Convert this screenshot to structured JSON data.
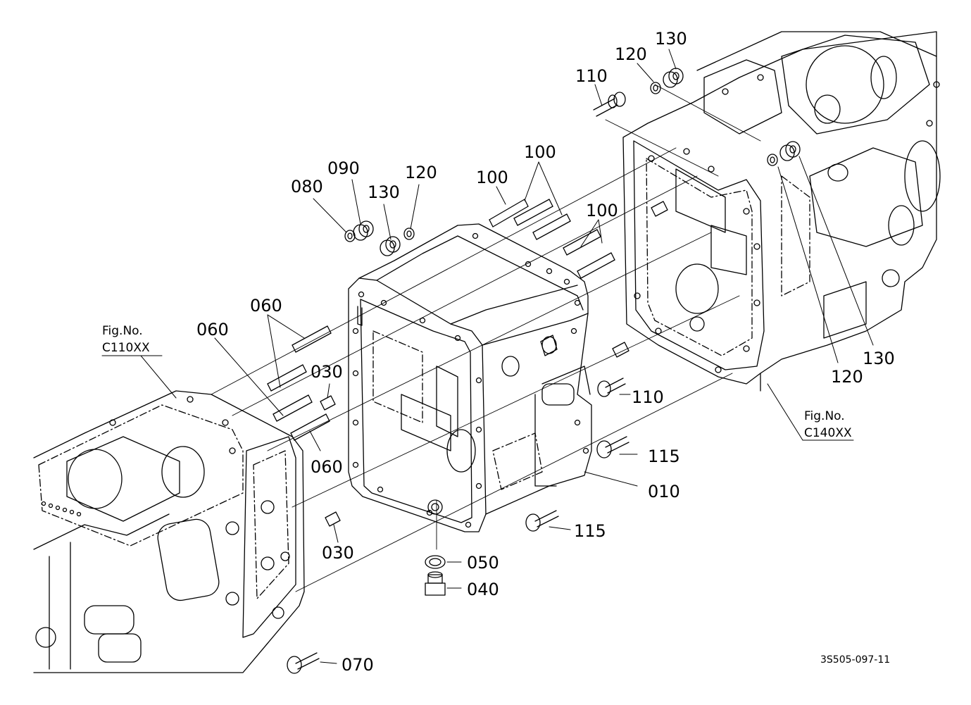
{
  "callouts": [
    {
      "id": "c130a",
      "text": "130"
    },
    {
      "id": "c120a",
      "text": "120"
    },
    {
      "id": "c110a",
      "text": "110"
    },
    {
      "id": "c100a",
      "text": "100"
    },
    {
      "id": "c100b",
      "text": "100"
    },
    {
      "id": "c100c",
      "text": "100"
    },
    {
      "id": "c090",
      "text": "090"
    },
    {
      "id": "c080",
      "text": "080"
    },
    {
      "id": "c130b",
      "text": "130"
    },
    {
      "id": "c120b",
      "text": "120"
    },
    {
      "id": "c060a",
      "text": "060"
    },
    {
      "id": "c060b",
      "text": "060"
    },
    {
      "id": "c030a",
      "text": "030"
    },
    {
      "id": "c060c",
      "text": "060"
    },
    {
      "id": "c110b",
      "text": "110"
    },
    {
      "id": "c115a",
      "text": "115"
    },
    {
      "id": "c010",
      "text": "010"
    },
    {
      "id": "c115b",
      "text": "115"
    },
    {
      "id": "c030b",
      "text": "030"
    },
    {
      "id": "c050",
      "text": "050"
    },
    {
      "id": "c040",
      "text": "040"
    },
    {
      "id": "c070",
      "text": "070"
    },
    {
      "id": "c120c",
      "text": "120"
    },
    {
      "id": "c130c",
      "text": "130"
    }
  ],
  "fig_refs": [
    {
      "id": "left",
      "line1": "Fig.No.",
      "line2": "C110XX"
    },
    {
      "id": "right",
      "line1": "Fig.No.",
      "line2": "C140XX"
    }
  ],
  "drawing_code": "3S505-097-11"
}
